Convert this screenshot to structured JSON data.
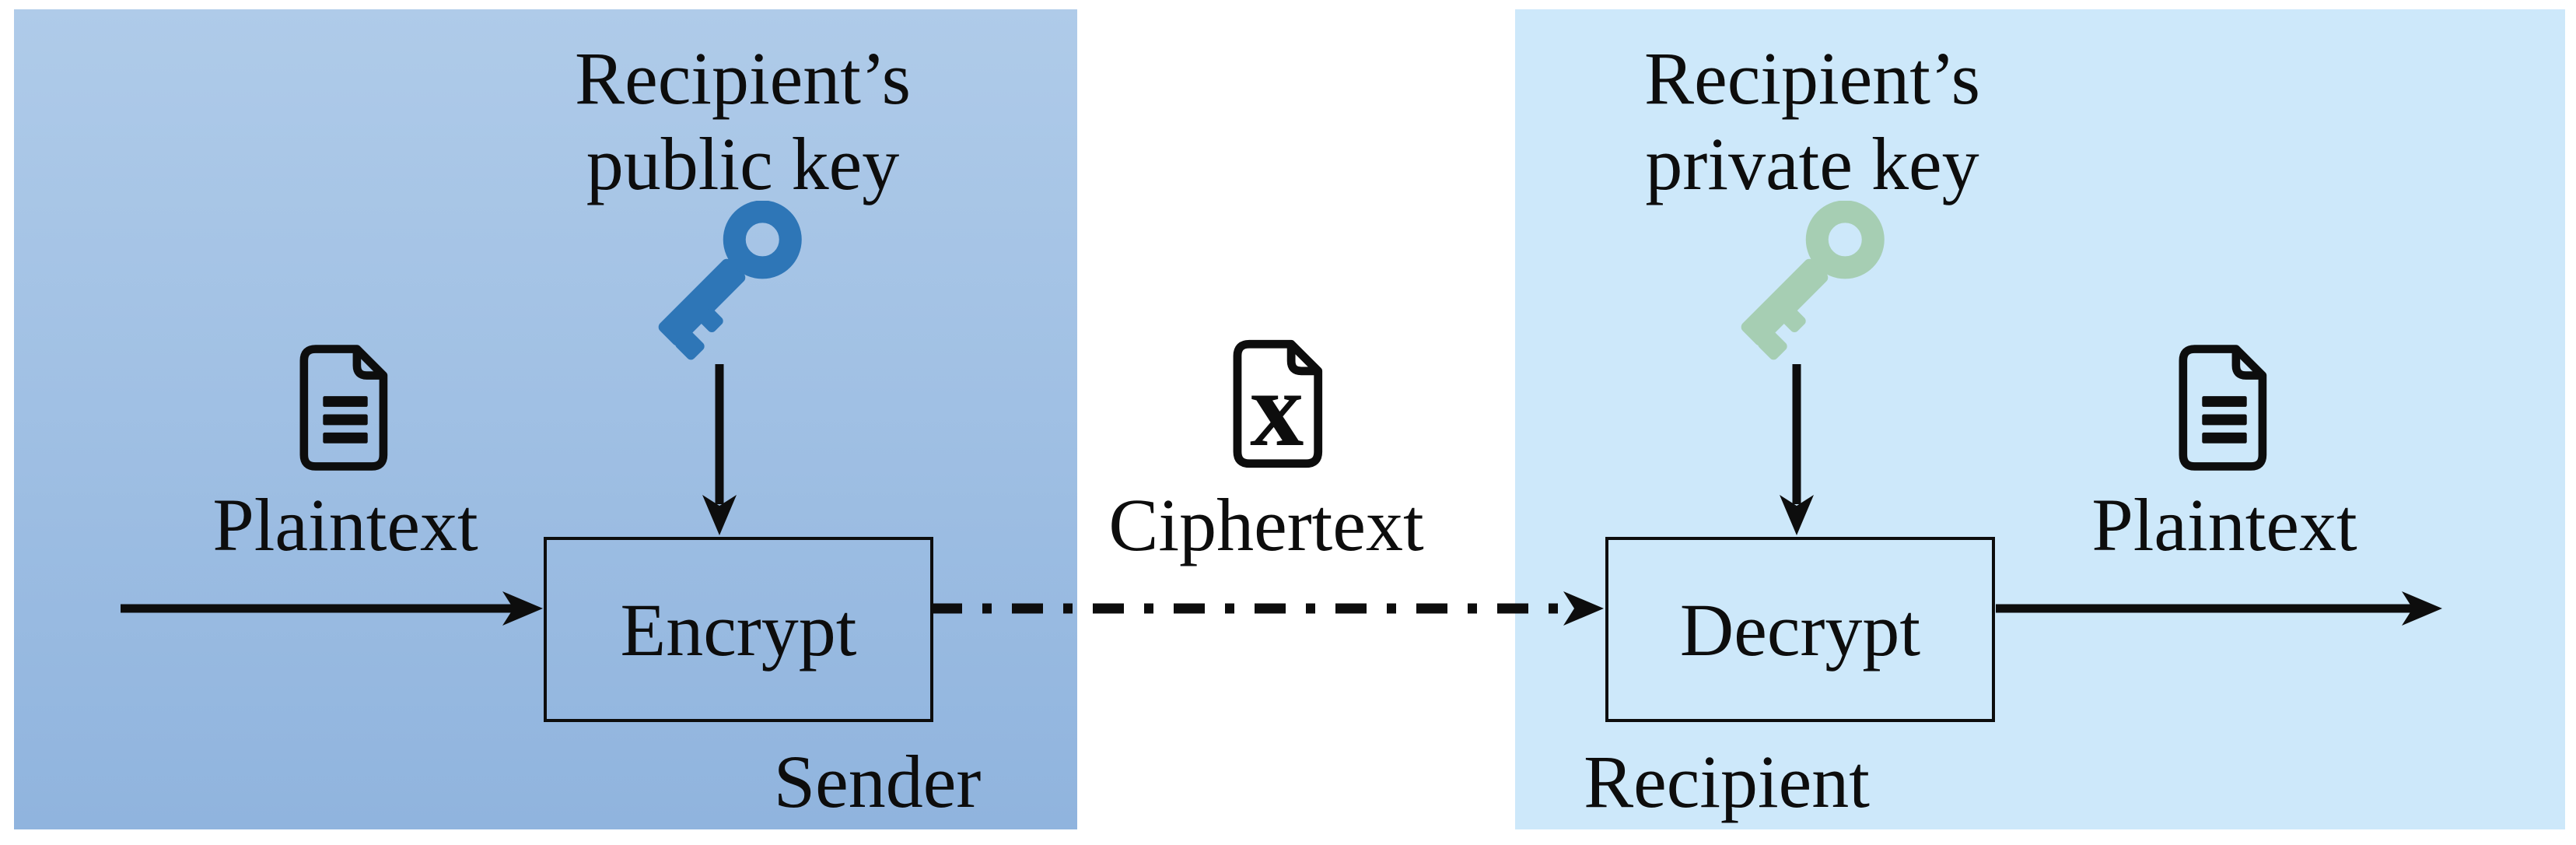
{
  "sender": {
    "key_label_line1": "Recipient’s",
    "key_label_line2": "public key",
    "plaintext_label": "Plaintext",
    "process_label": "Encrypt",
    "panel_label": "Sender"
  },
  "channel": {
    "ciphertext_label": "Ciphertext",
    "cipher_icon_letter": "x"
  },
  "recipient": {
    "key_label_line1": "Recipient’s",
    "key_label_line2": "private key",
    "plaintext_label": "Plaintext",
    "process_label": "Decrypt",
    "panel_label": "Recipient"
  },
  "colors": {
    "ink": "#0d0d0d",
    "public_key": "#2e76b7",
    "private_key": "#a6ceb3",
    "sender_panel_top": "#afcbe9",
    "sender_panel_bottom": "#90b4de",
    "recipient_panel": "#cde8fa"
  }
}
